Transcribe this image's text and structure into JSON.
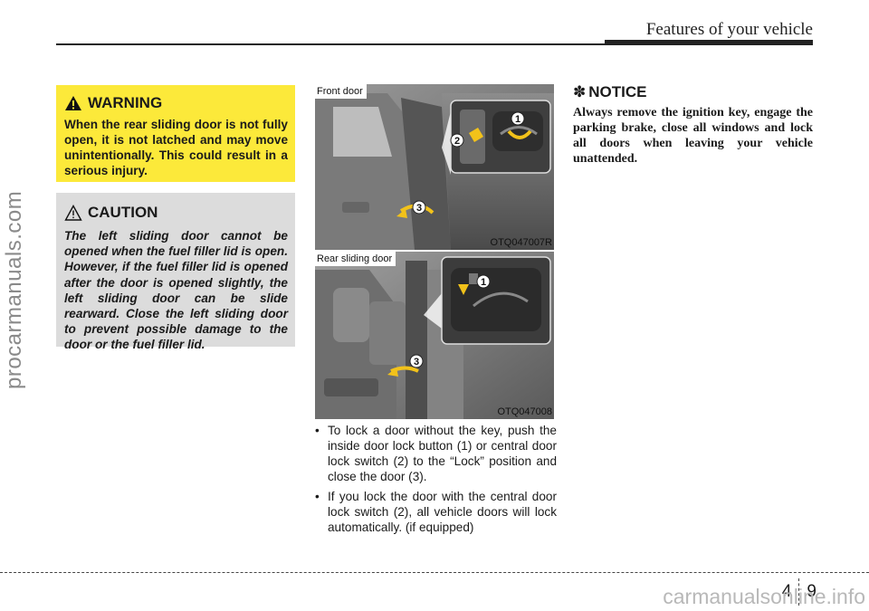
{
  "header": {
    "title": "Features of your vehicle"
  },
  "watermark_side": "procarmanuals.com",
  "watermark_footer": "carmanualsonline.info",
  "warning": {
    "title": "WARNING",
    "text": "When the rear sliding door is not fully open, it is not latched and may move unintentionally. This could result in a serious injury."
  },
  "caution": {
    "title": "CAUTION",
    "text": "The left sliding door cannot be opened when the fuel filler lid is open. However, if the fuel filler lid is opened after the door is opened slightly, the left sliding door can be slide rearward. Close the left sliding door to prevent possible damage to the door or the fuel filler lid."
  },
  "figures": [
    {
      "label": "Front door",
      "code": "OTQ047007R",
      "callouts": [
        "1",
        "2",
        "3"
      ]
    },
    {
      "label": "Rear sliding door",
      "code": "OTQ047008",
      "callouts": [
        "1",
        "3"
      ]
    }
  ],
  "bullets": [
    "To lock a door without the key, push the inside door lock button (1) or central door lock switch (2) to the “Lock” position and close the door (3).",
    "If you lock the door with the central door lock switch (2), all vehicle doors will lock automatically. (if equipped)"
  ],
  "notice": {
    "symbol": "✽",
    "title": "NOTICE",
    "text": "Always remove the ignition key, engage the parking brake, close all windows and lock all doors when leaving your vehicle unattended."
  },
  "page": {
    "section": "4",
    "number": "9"
  },
  "colors": {
    "warning_bg": "#fce93a",
    "caution_bg": "#dcdcdc",
    "arrow": "#f2c21a"
  }
}
